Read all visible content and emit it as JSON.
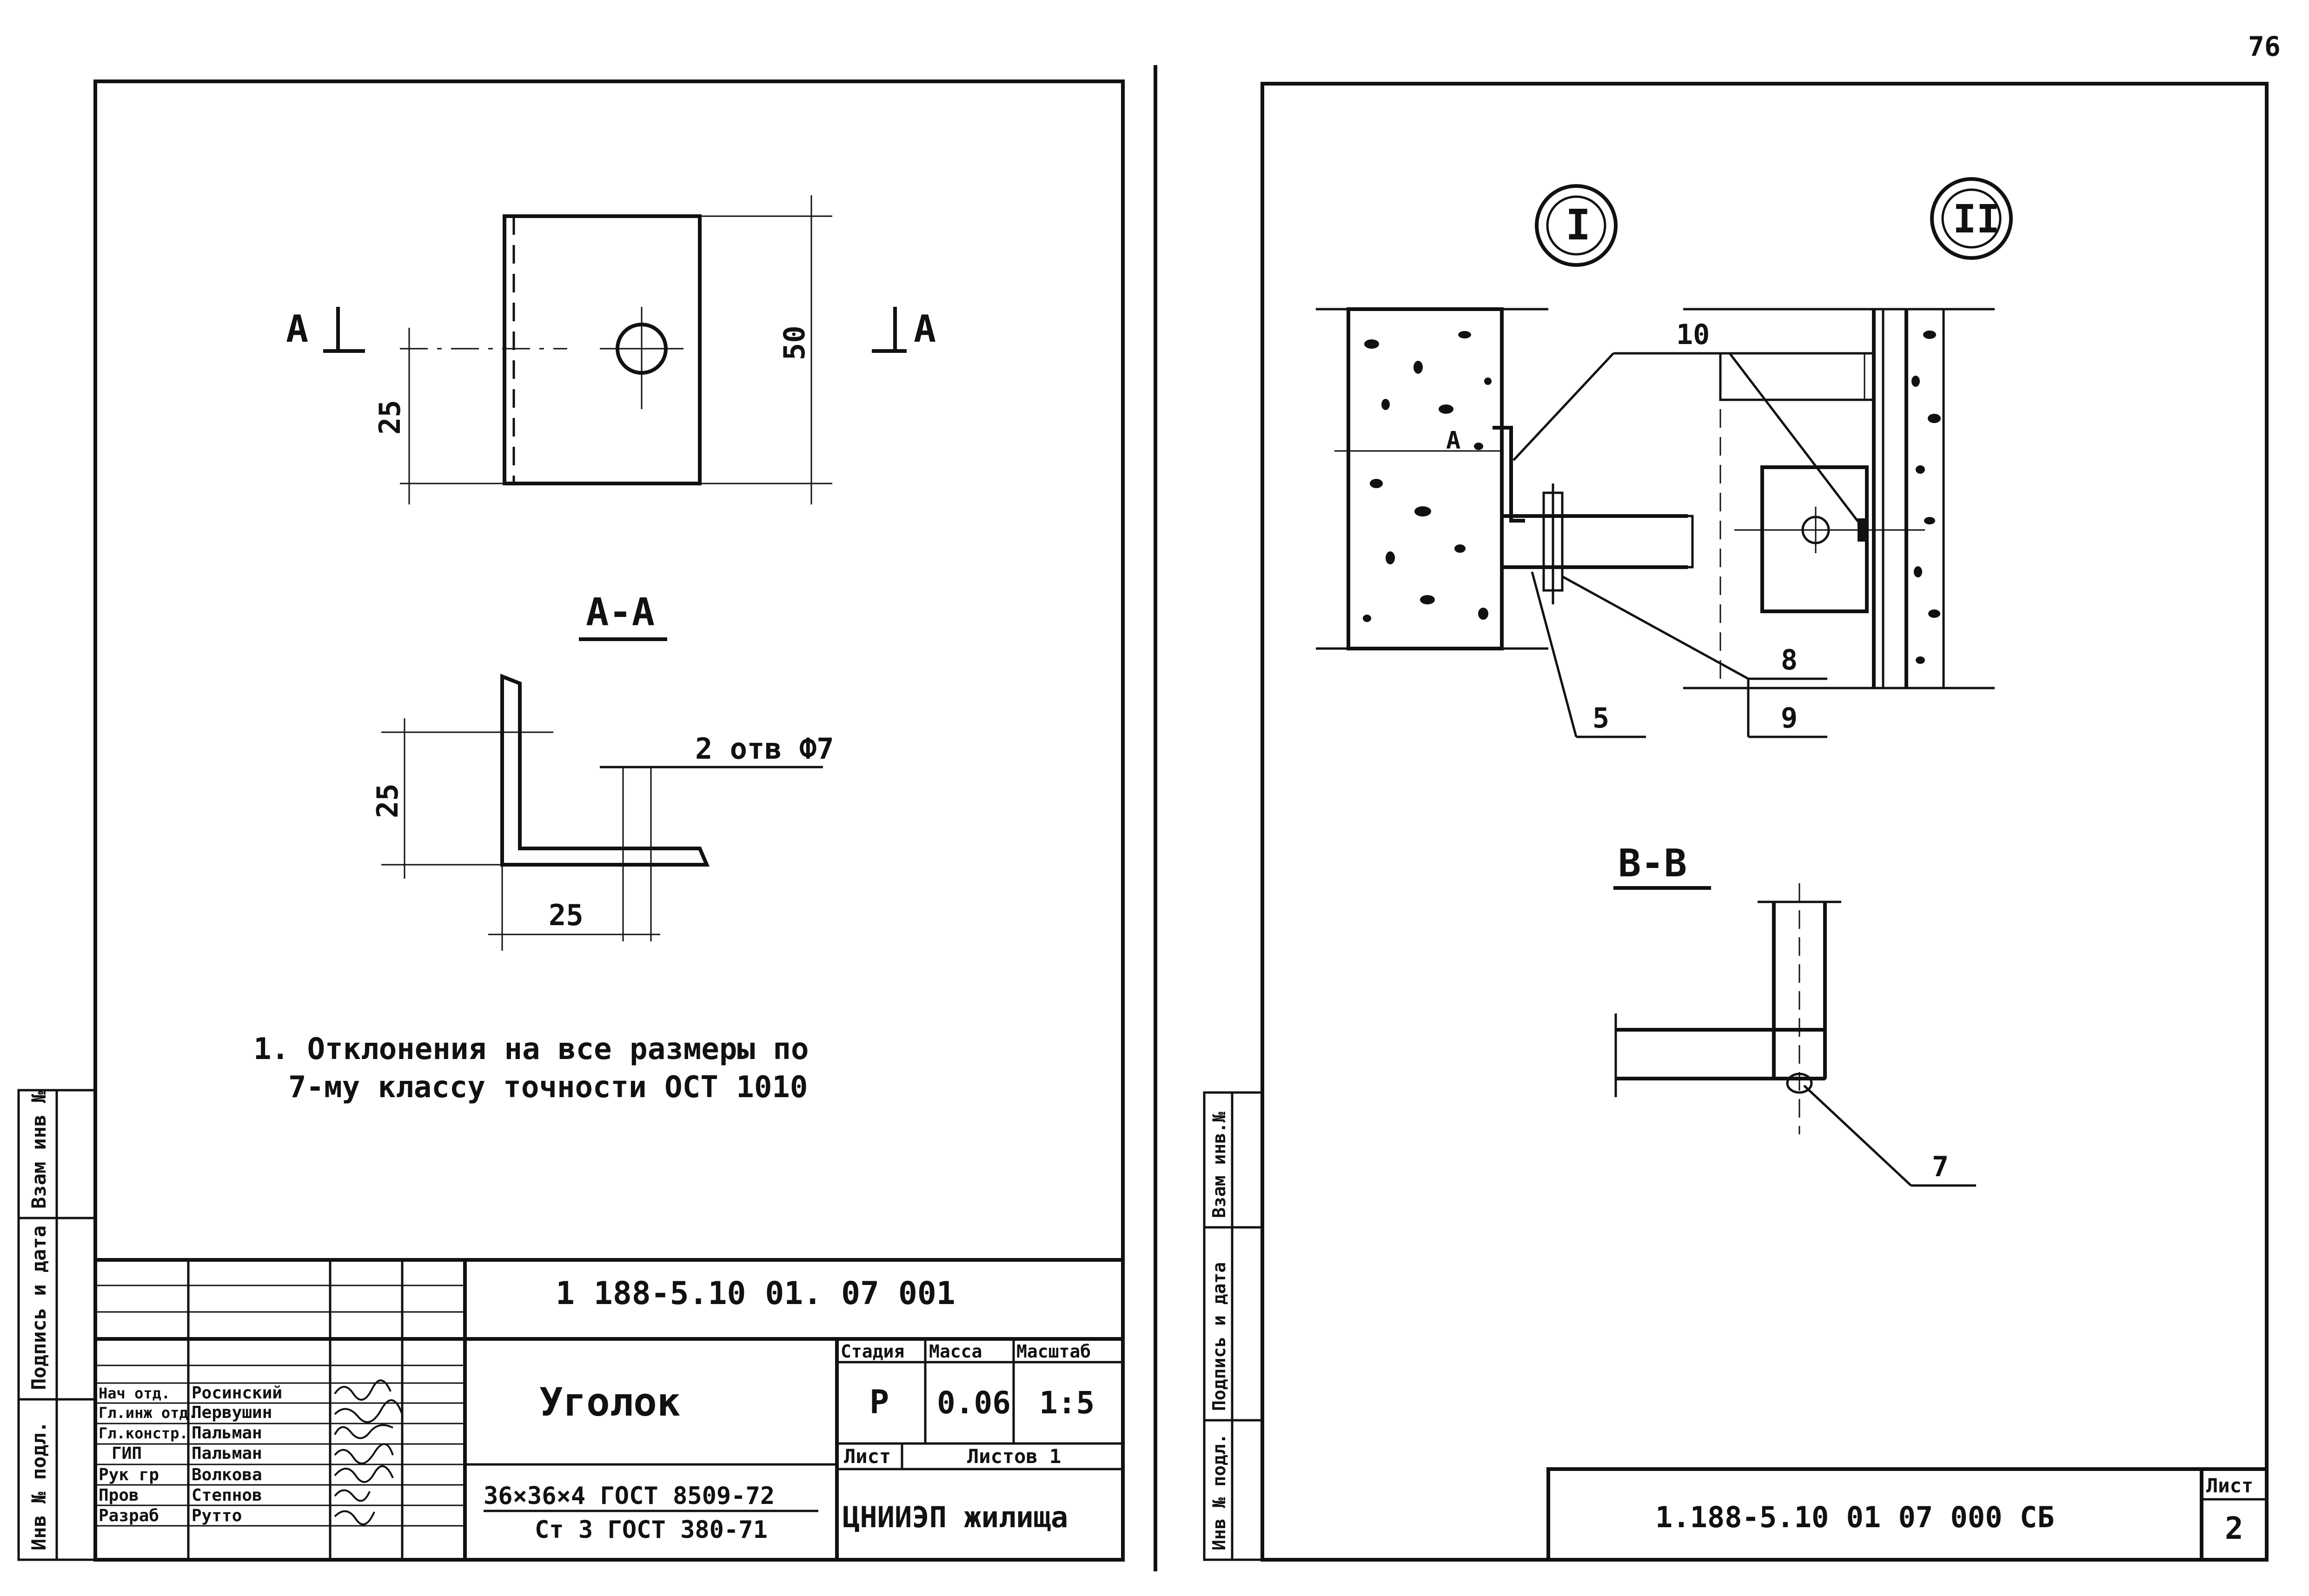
{
  "page_number": "76",
  "left_sheet": {
    "plan_view": {
      "section_mark_left": "А",
      "section_mark_right": "А",
      "dim_height": "50",
      "dim_hole_offset": "25"
    },
    "section_aa": {
      "title": "А-А",
      "dim_vertical": "25",
      "dim_horizontal": "25",
      "holes_label": "2 отв Ф7"
    },
    "notes": [
      "1. Отклонения на все размеры по",
      "7-му классу точности ОСТ 1010"
    ],
    "side_stamp": [
      "Инв № подл.",
      "Подпись и дата",
      "Взам инв №"
    ],
    "title_block": {
      "doc_code": "1 188-5.10   01. 07 001",
      "part_name": "Уголок",
      "material_line1": "36×36×4 ГОСТ 8509-72",
      "material_line2": "Ст 3 ГОСТ 380-71",
      "headers": {
        "stage": "Стадия",
        "mass": "Масса",
        "scale": "Масштаб"
      },
      "values": {
        "stage": "Р",
        "mass": "0.06",
        "scale": "1:5"
      },
      "sheet_label": "Лист",
      "sheets_label": "Листов 1",
      "organization": "ЦНИИЭП жилища",
      "roles": [
        {
          "role": "Нач отд.",
          "name": "Росинский"
        },
        {
          "role": "Гл.инж отд.",
          "name": "Первушин"
        },
        {
          "role": "Гл.констр.",
          "name": "Пальман"
        },
        {
          "role": "ГИП",
          "name": "Пальман"
        },
        {
          "role": "Рук гр",
          "name": "Волкова"
        },
        {
          "role": "Пров",
          "name": "Степнов"
        },
        {
          "role": "Разраб",
          "name": "Рутто"
        }
      ]
    }
  },
  "right_sheet": {
    "node_1_label": "I",
    "node_2_label": "II",
    "callouts": {
      "c10": "10",
      "c8": "8",
      "c9": "9",
      "c5": "5",
      "c7": "7"
    },
    "mark_a": "А",
    "section_bb": {
      "title": "В-В"
    },
    "side_stamp": [
      "Инв № подл.",
      "Подпись и дата",
      "Взам инв.№"
    ],
    "title_block": {
      "doc_code": "1.188-5.10     01 07 000 СБ",
      "sheet_label": "Лист",
      "sheet_no": "2"
    }
  }
}
